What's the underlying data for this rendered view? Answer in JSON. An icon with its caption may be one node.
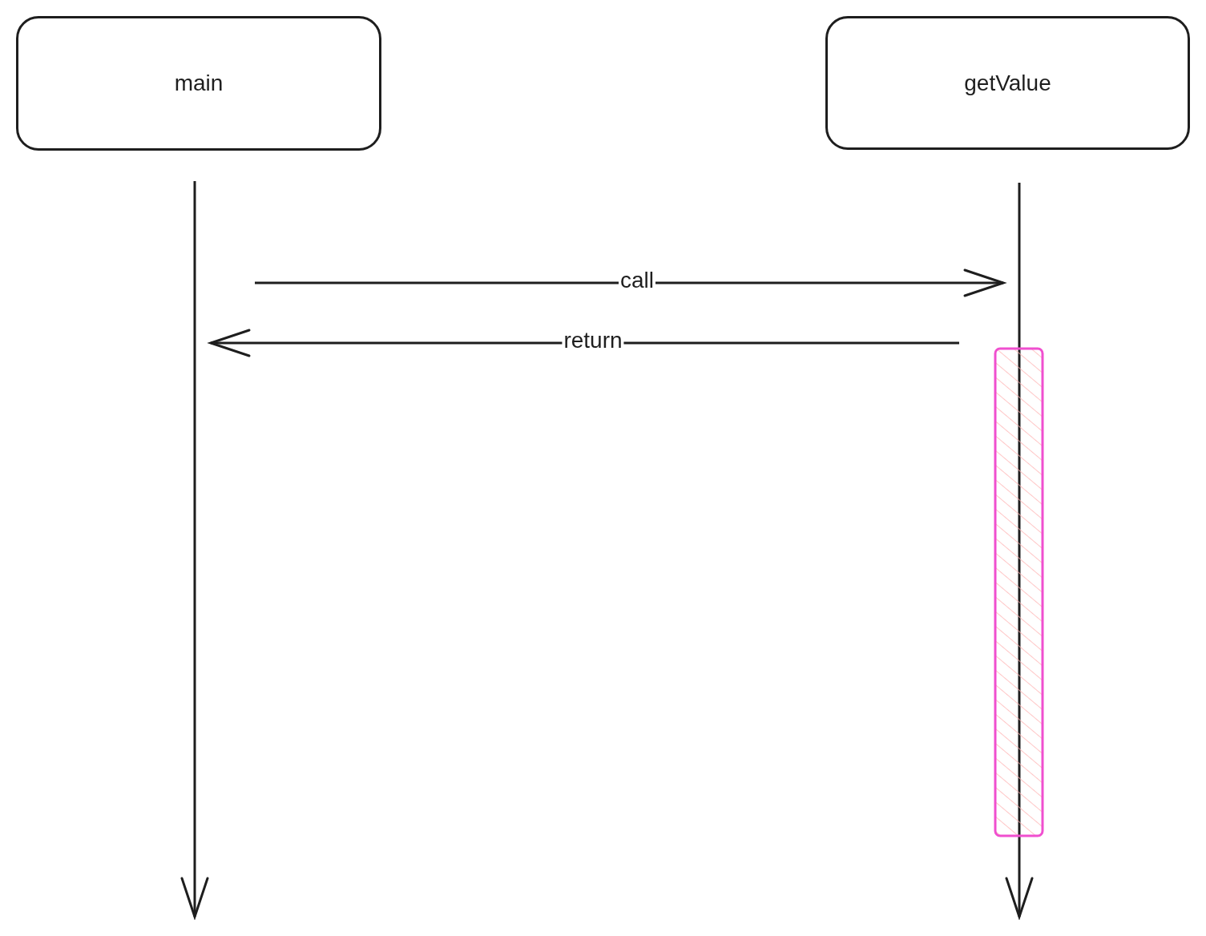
{
  "diagram": {
    "nodes": [
      {
        "text": [
          "main"
        ]
      },
      {
        "text": [
          "getValue"
        ]
      },
      {
        "text": [],
        "shape": "line"
      },
      {
        "text": [],
        "shape": "line"
      },
      {
        "text": [],
        "shape": "bar"
      }
    ],
    "edges": [
      {
        "from": null,
        "to": 3,
        "arrow": "to",
        "label": "call"
      },
      {
        "from": null,
        "to": 2,
        "arrow": "to",
        "label": "return"
      }
    ]
  }
}
